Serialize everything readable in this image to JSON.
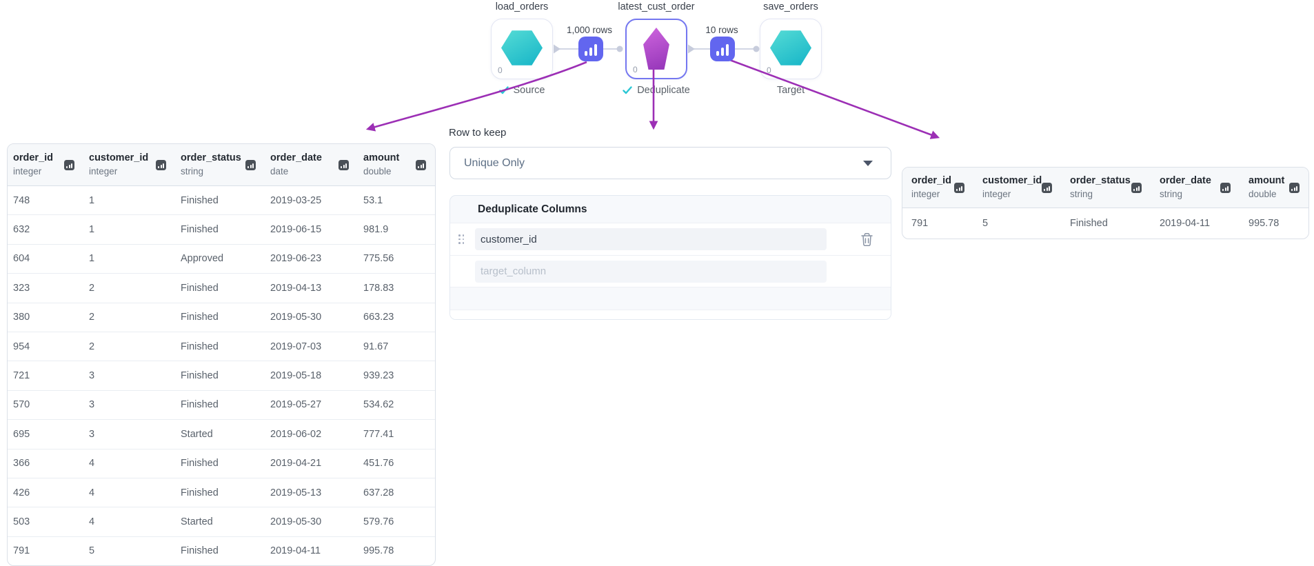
{
  "pipeline": {
    "nodes": [
      {
        "title": "load_orders",
        "badge": "0",
        "status": "Source",
        "has_check": true,
        "shape": "hexagon",
        "selected": false
      },
      {
        "title": "latest_cust_order",
        "badge": "0",
        "status": "Deduplicate",
        "has_check": true,
        "shape": "pentagon",
        "selected": true
      },
      {
        "title": "save_orders",
        "badge": "0",
        "status": "Target",
        "has_check": false,
        "shape": "hexagon",
        "selected": false
      }
    ],
    "edges": [
      {
        "rows_label": "1,000 rows"
      },
      {
        "rows_label": "10 rows"
      }
    ]
  },
  "colors": {
    "node_teal": "#2ec3cc",
    "node_purple": "#ab47cc",
    "flow_icon_indigo": "#6266ef",
    "arrow_purple": "#9c2fb5",
    "check_teal": "#2bc7d4",
    "selected_border": "#7477f0"
  },
  "left_table": {
    "columns": [
      {
        "name": "order_id",
        "type": "integer"
      },
      {
        "name": "customer_id",
        "type": "integer"
      },
      {
        "name": "order_status",
        "type": "string"
      },
      {
        "name": "order_date",
        "type": "date"
      },
      {
        "name": "amount",
        "type": "double"
      }
    ],
    "rows": [
      [
        "748",
        "1",
        "Finished",
        "2019-03-25",
        "53.1"
      ],
      [
        "632",
        "1",
        "Finished",
        "2019-06-15",
        "981.9"
      ],
      [
        "604",
        "1",
        "Approved",
        "2019-06-23",
        "775.56"
      ],
      [
        "323",
        "2",
        "Finished",
        "2019-04-13",
        "178.83"
      ],
      [
        "380",
        "2",
        "Finished",
        "2019-05-30",
        "663.23"
      ],
      [
        "954",
        "2",
        "Finished",
        "2019-07-03",
        "91.67"
      ],
      [
        "721",
        "3",
        "Finished",
        "2019-05-18",
        "939.23"
      ],
      [
        "570",
        "3",
        "Finished",
        "2019-05-27",
        "534.62"
      ],
      [
        "695",
        "3",
        "Started",
        "2019-06-02",
        "777.41"
      ],
      [
        "366",
        "4",
        "Finished",
        "2019-04-21",
        "451.76"
      ],
      [
        "426",
        "4",
        "Finished",
        "2019-05-13",
        "637.28"
      ],
      [
        "503",
        "4",
        "Started",
        "2019-05-30",
        "579.76"
      ],
      [
        "791",
        "5",
        "Finished",
        "2019-04-11",
        "995.78"
      ]
    ]
  },
  "right_table": {
    "columns": [
      {
        "name": "order_id",
        "type": "integer"
      },
      {
        "name": "customer_id",
        "type": "integer"
      },
      {
        "name": "order_status",
        "type": "string"
      },
      {
        "name": "order_date",
        "type": "string"
      },
      {
        "name": "amount",
        "type": "double"
      }
    ],
    "rows": [
      [
        "791",
        "5",
        "Finished",
        "2019-04-11",
        "995.78"
      ]
    ]
  },
  "config": {
    "row_to_keep_label": "Row to keep",
    "row_to_keep_value": "Unique Only",
    "panel_title": "Deduplicate Columns",
    "dedupe_columns": [
      {
        "value": "customer_id"
      }
    ],
    "new_column_placeholder": "target_column"
  }
}
